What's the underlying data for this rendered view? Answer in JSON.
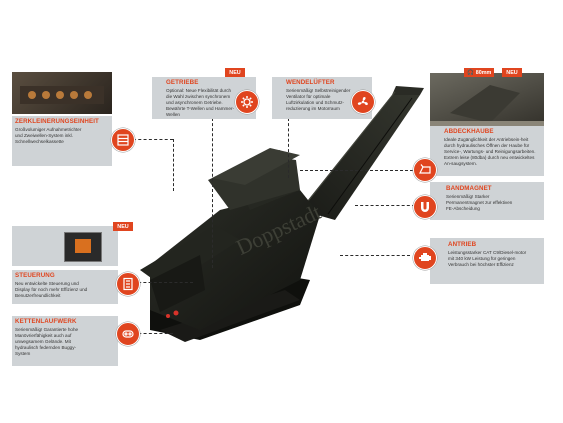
{
  "callouts": {
    "zerkleinerung": {
      "title": "ZERKLEINERUNGSEINHEIT",
      "text": "Großvolumiger Aufnahmetrichter und Zweiwellen-System inkl. Schnellwechselkassette"
    },
    "getriebe": {
      "title": "GETRIEBE",
      "badge": "NEU",
      "text": "Optional: Neue Flexibilität durch die Wahl zwischen synchronem und asynchronem Getriebe. Bewährte T-Wellen und Hammer-Wellen"
    },
    "wendeluefter": {
      "title": "WENDELÜFTER",
      "text": "Serienmäßig! Selbstreinigender Ventilator für optimale Luftzirkulation und Schmutz-reduzierung im Motorraum"
    },
    "abdeckhaube": {
      "title": "ABDECKHAUBE",
      "badge": "NEU",
      "photo_label": "80mm",
      "text": "Ideale Zugänglichkeit der Antriebsein-heit durch hydraulisches Öffnen der Haube für Service-, Wartungs- und Reinigungsarbeiten. Extrem leise (80dba) durch neu entwickeltes An-saugsystem."
    },
    "bandmagnet": {
      "title": "BANDMAGNET",
      "text": "Serienmäßig! Starker Permanentmagnet zur effektiven FE-Abscheidung"
    },
    "antrieb": {
      "title": "ANTRIEB",
      "text": "Leistungsstarker CAT C9/Diesel-motor mit 340 kW Leistung für geringen Verbrauch bei höchster Effizienz"
    },
    "steuerung": {
      "title": "STEUERUNG",
      "badge": "NEU",
      "text": "Neu entwickelte Steuerung und Display für noch mehr Effizienz und Benutzerfreundlichkeit"
    },
    "kettenlaufwerk": {
      "title": "KETTENLAUFWERK",
      "text": "Serienmäßig! Garantierte hohe Manövrierfähigkeit auch auf unwegsamem Gelände. Mit hydraulisch federnden Buggy-System"
    }
  },
  "icons": {
    "zerkleinerung": "shredder-icon",
    "getriebe": "gear-icon",
    "wendeluefter": "fan-icon",
    "abdeckhaube": "hood-icon",
    "bandmagnet": "magnet-icon",
    "antrieb": "engine-icon",
    "steuerung": "control-panel-icon",
    "kettenlaufwerk": "track-icon"
  },
  "colors": {
    "accent": "#e0451f",
    "panel": "#cfd3d6",
    "machine": "#1b1c18"
  }
}
